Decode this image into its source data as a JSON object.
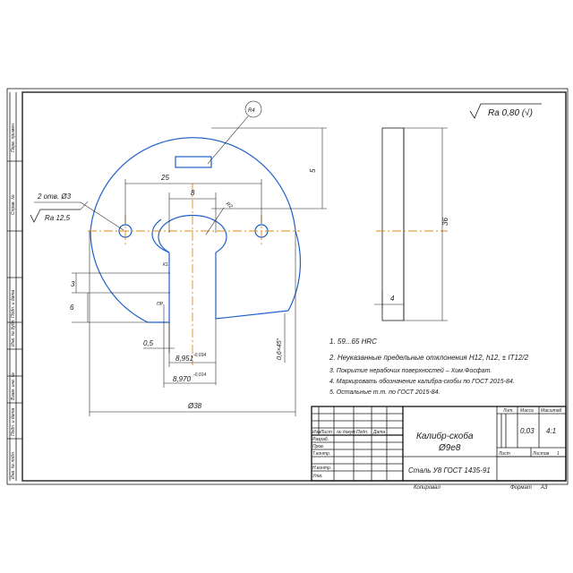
{
  "roughness": {
    "main": "Ra 0,80 (√)",
    "side": "Ra 12,5"
  },
  "callouts": {
    "radius": "R4",
    "holes": "2 отв. Ø3"
  },
  "dims": {
    "d25": "25",
    "d8": "8",
    "d5": "5",
    "d3": "3",
    "d6": "6",
    "d05": "0,5",
    "d38": "Ø38",
    "d36": "36",
    "d4": "4",
    "d8951": "8,951",
    "d8951_tol": "-0,034",
    "d8970": "8,970",
    "d8970_tol": "-0,014",
    "chamfer": "0,6×45°",
    "small_r": "R2",
    "k1": "К1",
    "pr": "ПР"
  },
  "notes": [
    "1. 59...65 HRC",
    "2. Неуказанные предельные отклонения H12, h12, ± IT12/2",
    "3. Покрытие нерабочих поверхностей – Хим.Фосфат.",
    "4. Маркировать обозначение калибра-скобы по ГОСТ 2015-84.",
    "5. Остальные т.т. по ГОСТ 2015-84."
  ],
  "title_block": {
    "name": "Калибр-скоба",
    "name_sub": "Ø9e8",
    "material": "Сталь У8 ГОСТ 1435-91",
    "col_lit": "Лит.",
    "col_mass": "Масса",
    "col_scale": "Масштаб",
    "mass": "0,03",
    "scale": "4:1",
    "sheet_label": "Лист",
    "sheets_label": "Листов",
    "sheets": "1",
    "row_headers": [
      "Изм",
      "Лист",
      "№ докум.",
      "Подп.",
      "Дата"
    ],
    "roles": [
      "Разраб.",
      "Пров.",
      "Т.контр.",
      "",
      "Н.контр.",
      "Утв."
    ],
    "copied": "Копировал",
    "format_label": "Формат",
    "format": "A3"
  },
  "side_stamps": [
    "Перв. примен.",
    "Справ. №",
    "Подп. и дата",
    "Инв. № дубл.",
    "Взам. инв. №",
    "Подп. и дата",
    "Инв. № подл."
  ]
}
